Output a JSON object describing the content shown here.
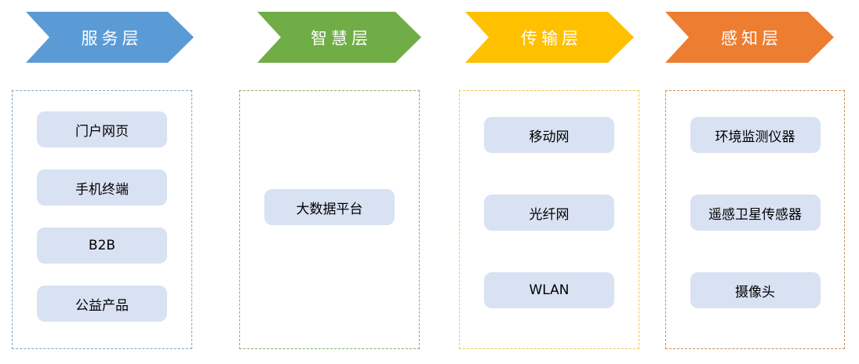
{
  "canvas": {
    "background": "#ffffff",
    "item_fill": "#d9e2f3",
    "item_text_color": "#000000"
  },
  "layers": [
    {
      "id": "services",
      "title": "服务层",
      "arrow_color": "#5b9bd5",
      "panel_border_color": "#7ea6c6",
      "items": [
        "门户网页",
        "手机终端",
        "B2B",
        "公益产品"
      ]
    },
    {
      "id": "intelligence",
      "title": "智慧层",
      "arrow_color": "#70ad47",
      "panel_border_color": "#8ab164",
      "items": [
        "大数据平台"
      ]
    },
    {
      "id": "transport",
      "title": "传输层",
      "arrow_color": "#ffc000",
      "panel_border_color": "#f2c94d",
      "items": [
        "移动网",
        "光纤网",
        "WLAN"
      ]
    },
    {
      "id": "perception",
      "title": "感知层",
      "arrow_color": "#ed7d31",
      "panel_border_color": "#c88d59",
      "items": [
        "环境监测仪器",
        "遥感卫星传感器",
        "摄像头"
      ]
    }
  ]
}
